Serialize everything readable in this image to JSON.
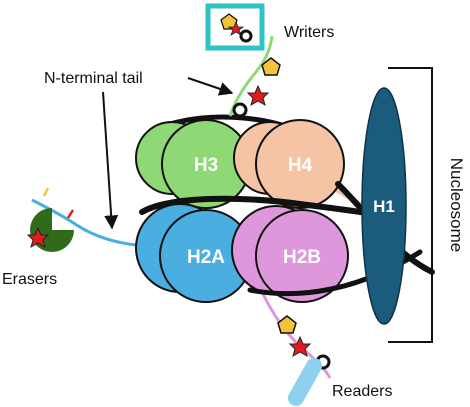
{
  "labels": {
    "writers": "Writers",
    "n_terminal_tail": "N-terminal tail",
    "nucleosome": "Nucleosome",
    "erasers": "Erasers",
    "readers": "Readers"
  },
  "histones": {
    "h3": "H3",
    "h4": "H4",
    "h2a": "H2A",
    "h2b": "H2B",
    "h1": "H1"
  },
  "colors": {
    "h3": "#8ed975",
    "h4": "#f4c4a4",
    "h2a": "#4aaee0",
    "h2b": "#de97db",
    "h1": "#1b5b7c",
    "writers_frame": "#2ec4c4",
    "eraser": "#2f6b1b",
    "reader": "#8fd0ee",
    "pentagon": "#f5c33b",
    "star": "#e21c1c",
    "dna": "#111111"
  },
  "icons": {
    "pentagon": "pentagon-icon",
    "star": "star-icon",
    "ring": "ring-icon",
    "arrow": "arrow-icon",
    "bracket": "bracket-icon"
  }
}
